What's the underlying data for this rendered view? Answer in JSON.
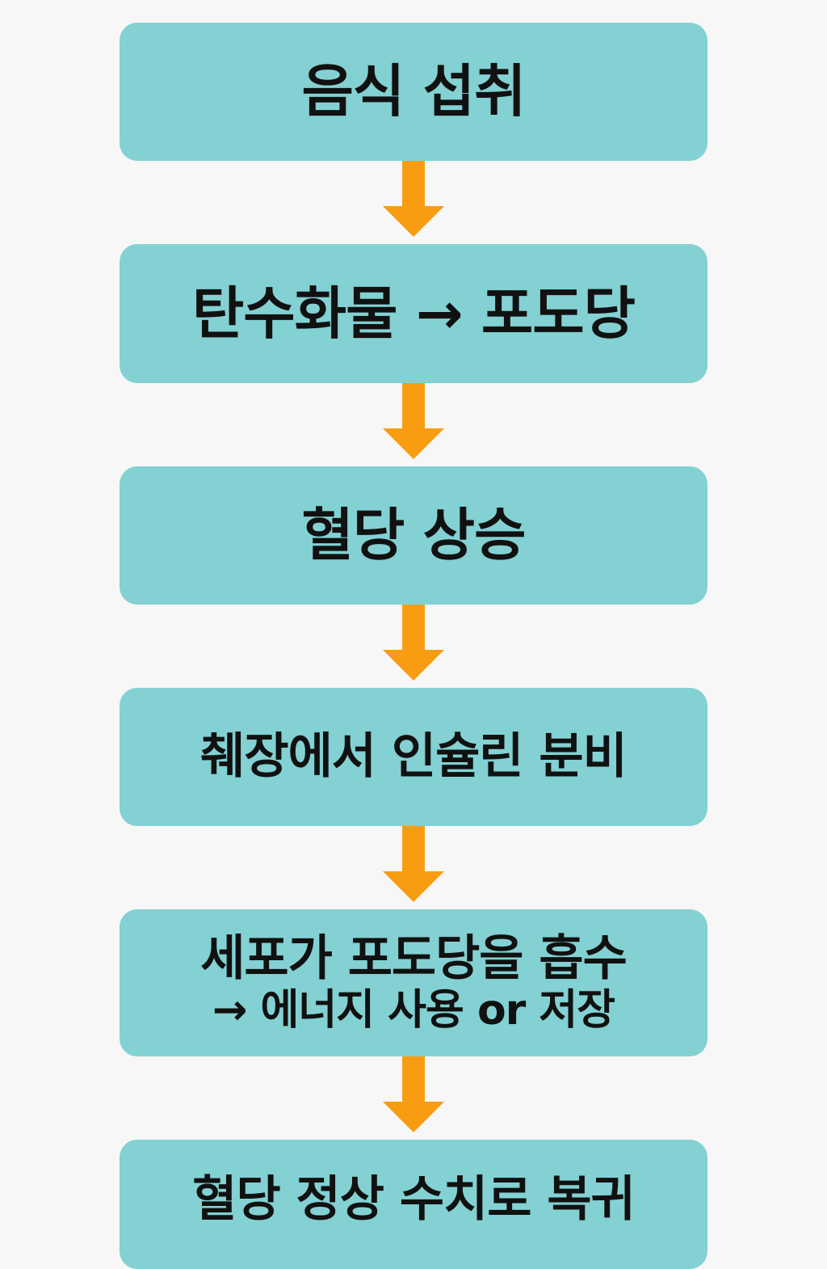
{
  "steps": [
    {
      "lines": [
        "음식 섭취"
      ]
    },
    {
      "lines": [
        "탄수화물 → 포도당"
      ]
    },
    {
      "lines": [
        "혈당 상승"
      ]
    },
    {
      "lines": [
        "췌장에서 인슐린 분비"
      ]
    },
    {
      "lines": [
        "세포가 포도당을 흡수",
        "→ 에너지 사용 or 저장"
      ]
    },
    {
      "lines": [
        "혈당 정상 수치로 복귀"
      ]
    }
  ],
  "colors": {
    "box": "#83d1d3",
    "arrow": "#f89c12",
    "text": "#111111",
    "background": "#f7f7f7"
  }
}
